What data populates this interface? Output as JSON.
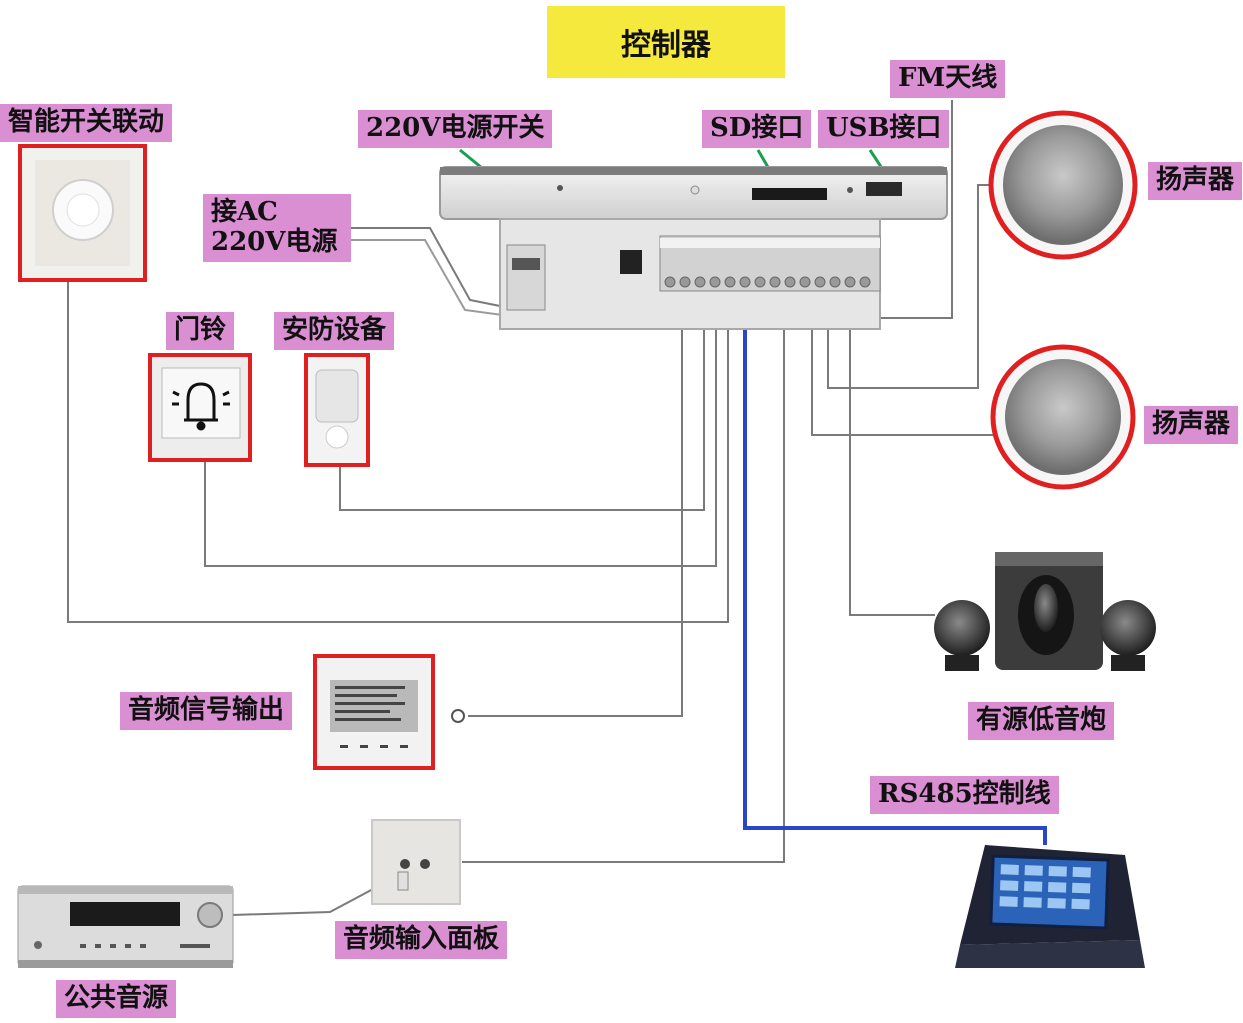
{
  "title": "控制器",
  "labels": {
    "smart_switch": "智能开关联动",
    "power_switch": "220V电源开关",
    "sd_port": "SD接口",
    "usb_port": "USB接口",
    "fm_antenna": "FM天线",
    "ac_power": "接AC 220V电源",
    "doorbell": "门铃",
    "security": "安防设备",
    "speaker_1": "扬声器",
    "speaker_2": "扬声器",
    "subwoofer": "有源低音炮",
    "audio_out": "音频信号输出",
    "rs485": "RS485控制线",
    "audio_in_panel": "音频输入面板",
    "public_audio": "公共音源"
  },
  "colors": {
    "label_bg": "#d98fd2",
    "title_bg": "#f4e93c",
    "device_frame": "#e02020",
    "rs485_line": "#2a46c8",
    "pointer_line": "#18a050",
    "wire": "#7a7a7a"
  }
}
